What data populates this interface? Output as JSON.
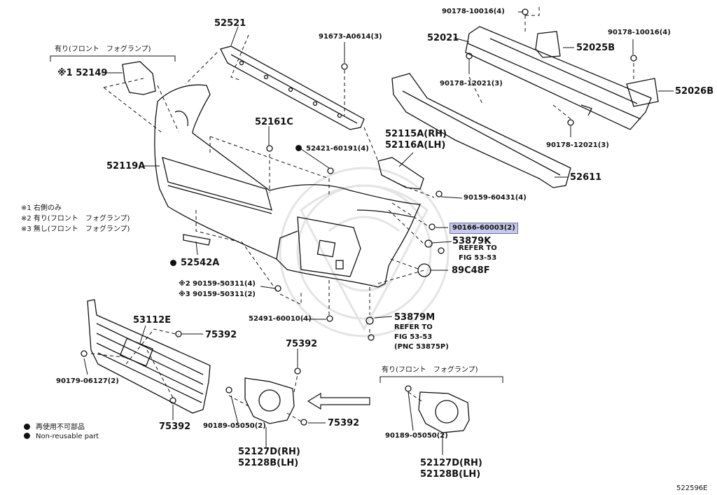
{
  "diagram": {
    "figure_code": "522596E",
    "notes": [
      "※1 右側のみ",
      "※2 有り(フロント　フォグランプ)",
      "※3 無し(フロント　フォグランプ)"
    ],
    "legend": [
      {
        "symbol": "black-dot",
        "text": "再使用不可部品"
      },
      {
        "symbol": "black-dot",
        "text": "Non-reusable part"
      }
    ],
    "group_captions": {
      "top_left": "有り(フロント　フォグランプ)",
      "bottom_right": "有り(フロント　フォグランプ)"
    },
    "parts": {
      "p52521": "52521",
      "p91673": "91673-A0614(3)",
      "p90178_10016_top": "90178-10016(4)",
      "p52021": "52021",
      "p52025B": "52025B",
      "p90178_10016_right": "90178-10016(4)",
      "p90178_12021_left": "90178-12021(3)",
      "p52026B": "52026B",
      "p90178_12021_bottom": "90178-12021(3)",
      "p52149": "※1 52149",
      "p52161C": "52161C",
      "p52421": "52421-60191(4)",
      "p52115A": "52115A(RH)",
      "p52116A": "52116A(LH)",
      "p52611": "52611",
      "p52119A": "52119A",
      "p90159_60431": "90159-60431(4)",
      "p90166": "90166-60003(2)",
      "p53879K": "53879K",
      "ref_fig_1a": "REFER TO",
      "ref_fig_1b": "FIG 53-53",
      "p89C48F": "89C48F",
      "p52542A": "52542A",
      "p90159_50311_a": "※2 90159-50311(4)",
      "p90159_50311_b": "※3 90159-50311(2)",
      "p52491": "52491-60010(4)",
      "p53879M": "53879M",
      "ref_fig_2a": "REFER TO",
      "ref_fig_2b": "FIG 53-53",
      "ref_fig_2c": "(PNC 53875P)",
      "p53112E": "53112E",
      "p75392_a": "75392",
      "p75392_b": "75392",
      "p75392_c": "75392",
      "p75392_d": "75392",
      "p90179": "90179-06127(2)",
      "p90189_a": "90189-05050(2)",
      "p90189_b": "90189-05050(2)",
      "p52127D_a": "52127D(RH)",
      "p52128B_a": "52128B(LH)",
      "p52127D_b": "52127D(RH)",
      "p52128B_b": "52128B(LH)"
    },
    "highlighted_part": "90166-60003(2)",
    "colors": {
      "ink": "#111111",
      "highlight_fill": "#c6c9ea",
      "highlight_border": "#6a6fb8",
      "watermark": "#e4e4e4"
    }
  }
}
